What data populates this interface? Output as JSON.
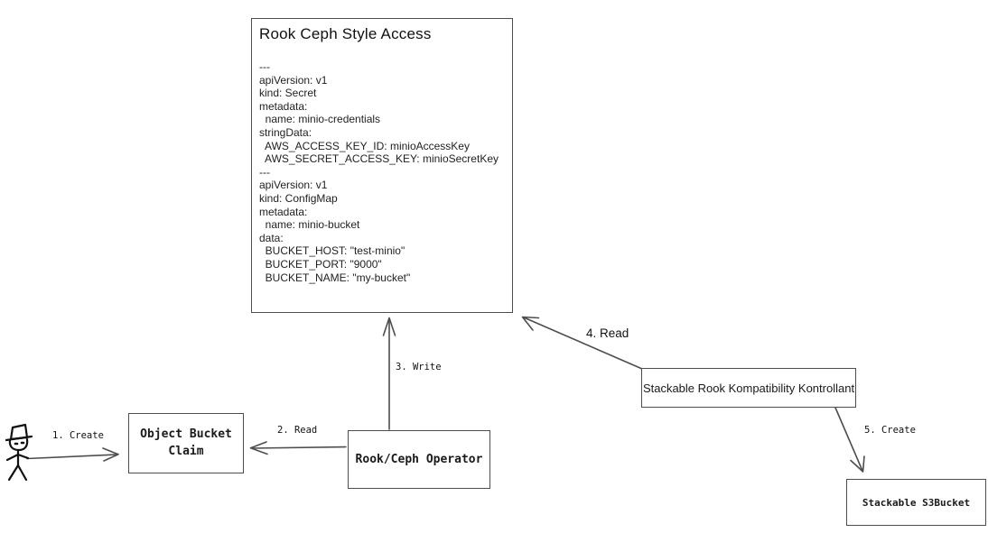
{
  "colors": {
    "line": "#4d4d4d",
    "text": "#1a1a1a",
    "background": "#ffffff"
  },
  "main_box": {
    "title": "Rook Ceph Style Access",
    "yaml": "---\napiVersion: v1\nkind: Secret\nmetadata:\n  name: minio-credentials\nstringData:\n  AWS_ACCESS_KEY_ID: minioAccessKey\n  AWS_SECRET_ACCESS_KEY: minioSecretKey\n---\napiVersion: v1\nkind: ConfigMap\nmetadata:\n  name: minio-bucket\ndata:\n  BUCKET_HOST: \"test-minio\"\n  BUCKET_PORT: \"9000\"\n  BUCKET_NAME: \"my-bucket\""
  },
  "nodes": {
    "object_bucket_claim": {
      "label": "Object Bucket Claim"
    },
    "rook_ceph_operator": {
      "label": "Rook/Ceph Operator"
    },
    "stackable_rook_kontrollant": {
      "label": "Stackable Rook Kompatibility Kontrollant"
    },
    "stackable_s3bucket": {
      "label": "Stackable S3Bucket"
    }
  },
  "edges": {
    "create_obc": {
      "label": "1. Create"
    },
    "read_obc": {
      "label": "2. Read"
    },
    "write_manifests": {
      "label": "3. Write"
    },
    "read_manifests": {
      "label": "4. Read"
    },
    "create_s3bucket": {
      "label": "5. Create"
    }
  }
}
